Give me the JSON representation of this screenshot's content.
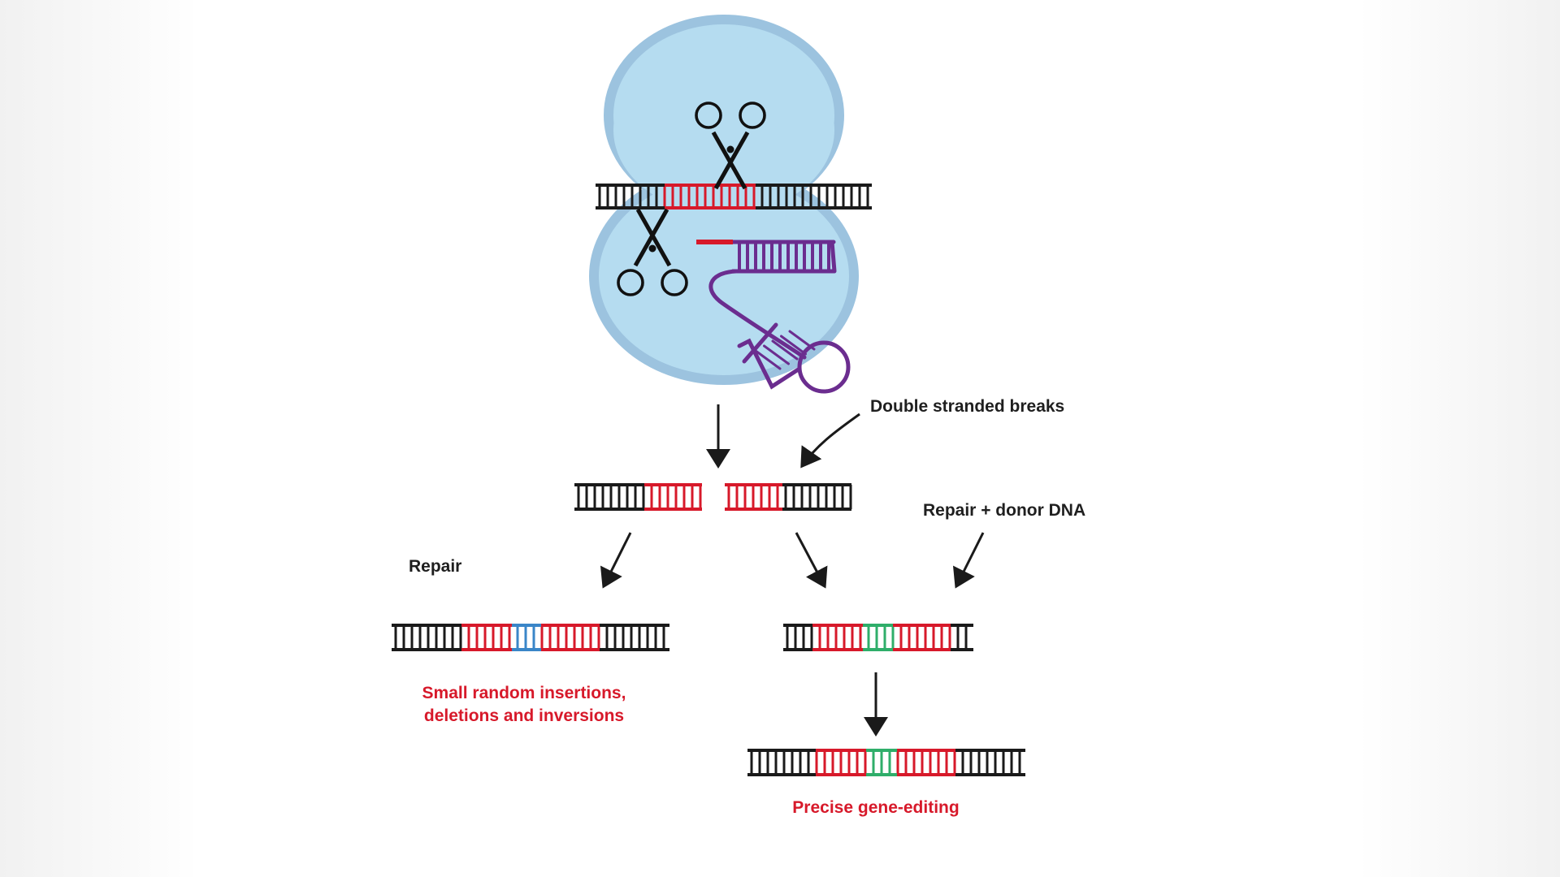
{
  "labels": {
    "double_stranded_breaks": "Double stranded breaks",
    "repair_donor": "Repair + donor DNA",
    "repair": "Repair",
    "outcome_random_line1": "Small random insertions,",
    "outcome_random_line2": "deletions and inversions",
    "outcome_precise": "Precise gene-editing"
  },
  "colors": {
    "protein_fill": "#b5dcf0",
    "protein_outline": "#9cc3df",
    "dna_backbone": "#1a1a1a",
    "target_segment": "#d7192a",
    "guide_rna": "#6b2d8f",
    "insertion_mark": "#3a86c8",
    "donor_insert": "#2fae6a",
    "arrow": "#1a1a1a",
    "outcome_text": "#d7192a"
  },
  "icons": [
    "scissors-icon",
    "scissors-icon"
  ]
}
